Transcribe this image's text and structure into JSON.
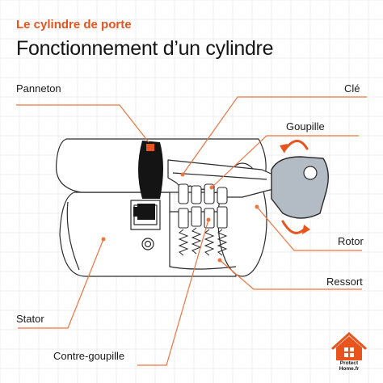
{
  "header": {
    "kicker": "Le cylindre de porte",
    "title": "Fonctionnement d’un cylindre"
  },
  "labels": {
    "panneton": "Panneton",
    "cle": "Clé",
    "goupille": "Goupille",
    "rotor": "Rotor",
    "ressort": "Ressort",
    "stator": "Stator",
    "contre_goupille": "Contre-goupille"
  },
  "brand": {
    "line1": "Protect",
    "line2": "Home.fr"
  },
  "colors": {
    "accent": "#e8541e",
    "leader": "#ee7440",
    "outline": "#2a2a2a",
    "grid": "#ececec"
  }
}
